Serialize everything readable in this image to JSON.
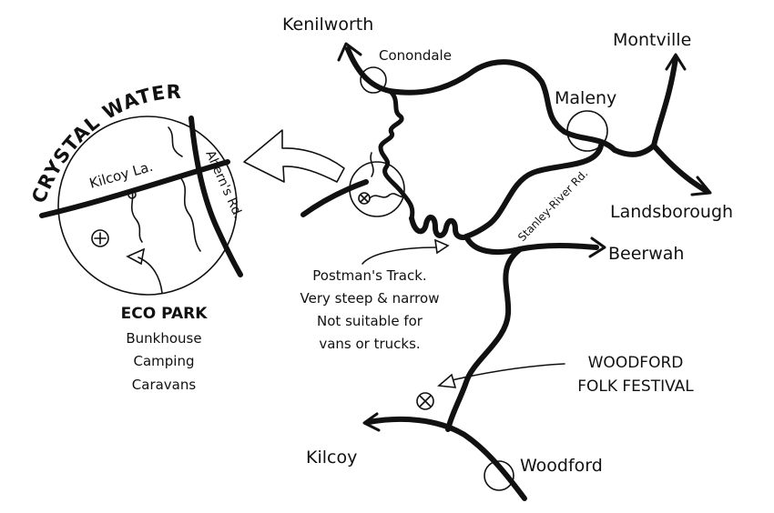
{
  "towns": {
    "kenilworth": "Kenilworth",
    "conondale": "Conondale",
    "montville": "Montville",
    "maleny": "Maleny",
    "landsborough": "Landsborough",
    "beerwah": "Beerwah",
    "kilcoy": "Kilcoy",
    "woodford": "Woodford"
  },
  "roads": {
    "stanley_river_rd": "Stanley-River Rd.",
    "kilcoy_la": "Kilcoy La.",
    "aherns_rd": "Ahern's Rd."
  },
  "inset": {
    "title": "CRYSTAL WATERS",
    "eco_park": {
      "title": "ECO PARK",
      "lines": [
        "Bunkhouse",
        "Camping",
        "Caravans"
      ]
    }
  },
  "postmans_track": {
    "lines": [
      "Postman's Track.",
      "Very steep & narrow",
      "Not suitable for",
      "vans or trucks."
    ]
  },
  "festival": {
    "lines": [
      "WOODFORD",
      "FOLK FESTIVAL"
    ]
  }
}
